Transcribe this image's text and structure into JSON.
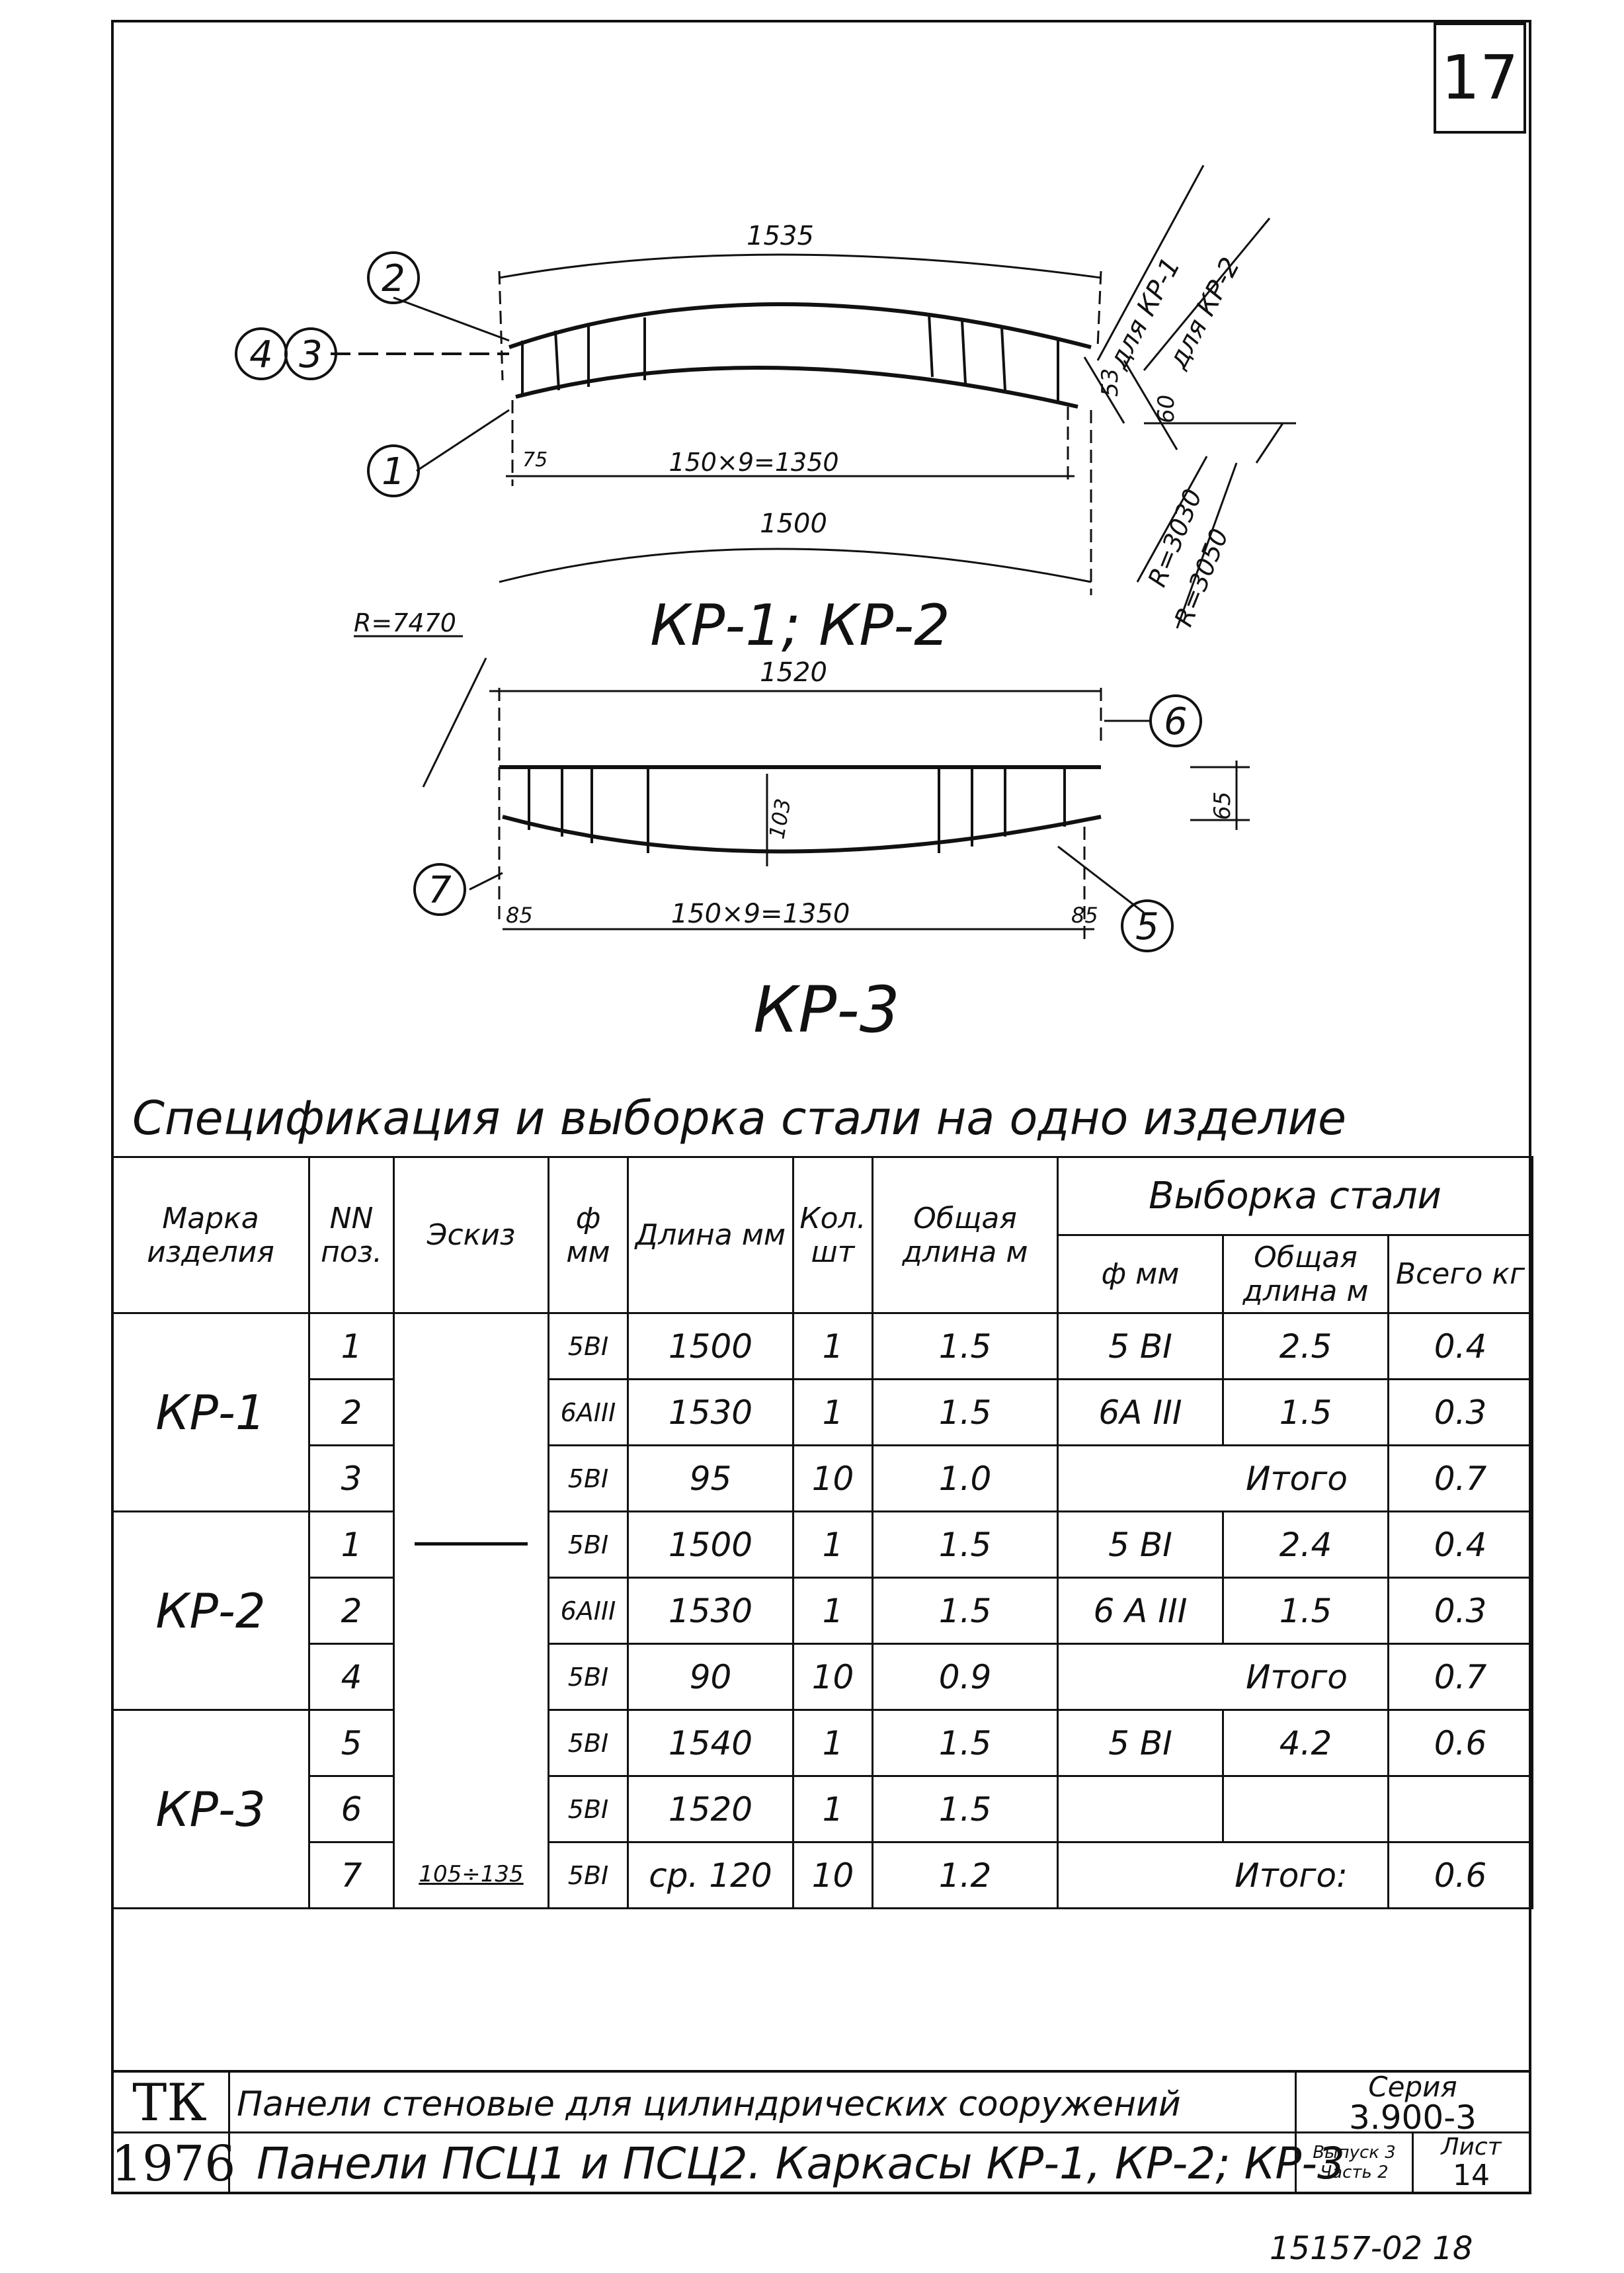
{
  "sheet_number": "17",
  "drawing": {
    "labels": {
      "dim_1535": "1535",
      "dim_150x9_top": "150×9=1350",
      "dim_75": "75",
      "dim_1500": "1500",
      "dim_53": "53",
      "dim_60": "60",
      "for_kr1": "для КР-1",
      "for_kr2": "для КР-2",
      "r3030": "R=3030",
      "r3050": "R=3050",
      "title_kr12": "КР-1; КР-2",
      "r7470": "R=7470",
      "dim_1520": "1520",
      "dim_103": "103",
      "dim_65": "65",
      "dim_85_left": "85",
      "dim_85_right": "85",
      "dim_150x9_bottom": "150×9=1350",
      "title_kr3": "КР-3"
    },
    "positions": [
      "1",
      "2",
      "3",
      "4",
      "5",
      "6",
      "7"
    ]
  },
  "spec": {
    "title": "Спецификация и выборка стали на одно изделие",
    "headers": {
      "mark": "Марка изделия",
      "pos": "NN поз.",
      "sketch": "Эскиз",
      "dia": "ф мм",
      "length": "Длина мм",
      "qty": "Кол. шт",
      "total_length": "Общая длина м",
      "selection": "Выборка стали",
      "sel_dia": "ф мм",
      "sel_total_length": "Общая длина м",
      "sel_total_kg": "Всего кг"
    },
    "rows": [
      {
        "mark": "КР-1",
        "pos": "1",
        "dia": "5BI",
        "len": "1500",
        "qty": "1",
        "tot": "1.5",
        "sdia": "5 BI",
        "slen": "2.5",
        "kg": "0.4"
      },
      {
        "pos": "2",
        "dia": "6AIII",
        "len": "1530",
        "qty": "1",
        "tot": "1.5",
        "sdia": "6A III",
        "slen": "1.5",
        "kg": "0.3"
      },
      {
        "pos": "3",
        "dia": "5BI",
        "len": "95",
        "qty": "10",
        "tot": "1.0",
        "itogo": "Итого",
        "kg": "0.7"
      },
      {
        "mark": "КР-2",
        "pos": "1",
        "dia": "5BI",
        "len": "1500",
        "qty": "1",
        "tot": "1.5",
        "sdia": "5 BI",
        "slen": "2.4",
        "kg": "0.4"
      },
      {
        "pos": "2",
        "dia": "6AIII",
        "len": "1530",
        "qty": "1",
        "tot": "1.5",
        "sdia": "6 A III",
        "slen": "1.5",
        "kg": "0.3"
      },
      {
        "pos": "4",
        "dia": "5BI",
        "len": "90",
        "qty": "10",
        "tot": "0.9",
        "itogo": "Итого",
        "kg": "0.7"
      },
      {
        "mark": "КР-3",
        "pos": "5",
        "dia": "5BI",
        "len": "1540",
        "qty": "1",
        "tot": "1.5",
        "sdia": "5 BI",
        "slen": "4.2",
        "kg": "0.6"
      },
      {
        "pos": "6",
        "dia": "5BI",
        "len": "1520",
        "qty": "1",
        "tot": "1.5"
      },
      {
        "pos": "7",
        "sketch": "105÷135",
        "dia": "5BI",
        "len": "ср. 120",
        "qty": "10",
        "tot": "1.2",
        "itogo": "Итого:",
        "kg": "0.6"
      }
    ]
  },
  "stamp": {
    "org": "ТК",
    "year": "1976",
    "line1": "Панели стеновые для цилиндрических сооружений",
    "line2": "Панели ПСЦ1 и ПСЦ2. Каркасы КР-1, КР-2; КР-3",
    "series_label": "Серия",
    "series_value": "3.900-3",
    "issue_label": "Выпуск 3 Часть 2",
    "sheet_label": "Лист",
    "sheet_value": "14"
  },
  "footer_code": "15157-02  18"
}
